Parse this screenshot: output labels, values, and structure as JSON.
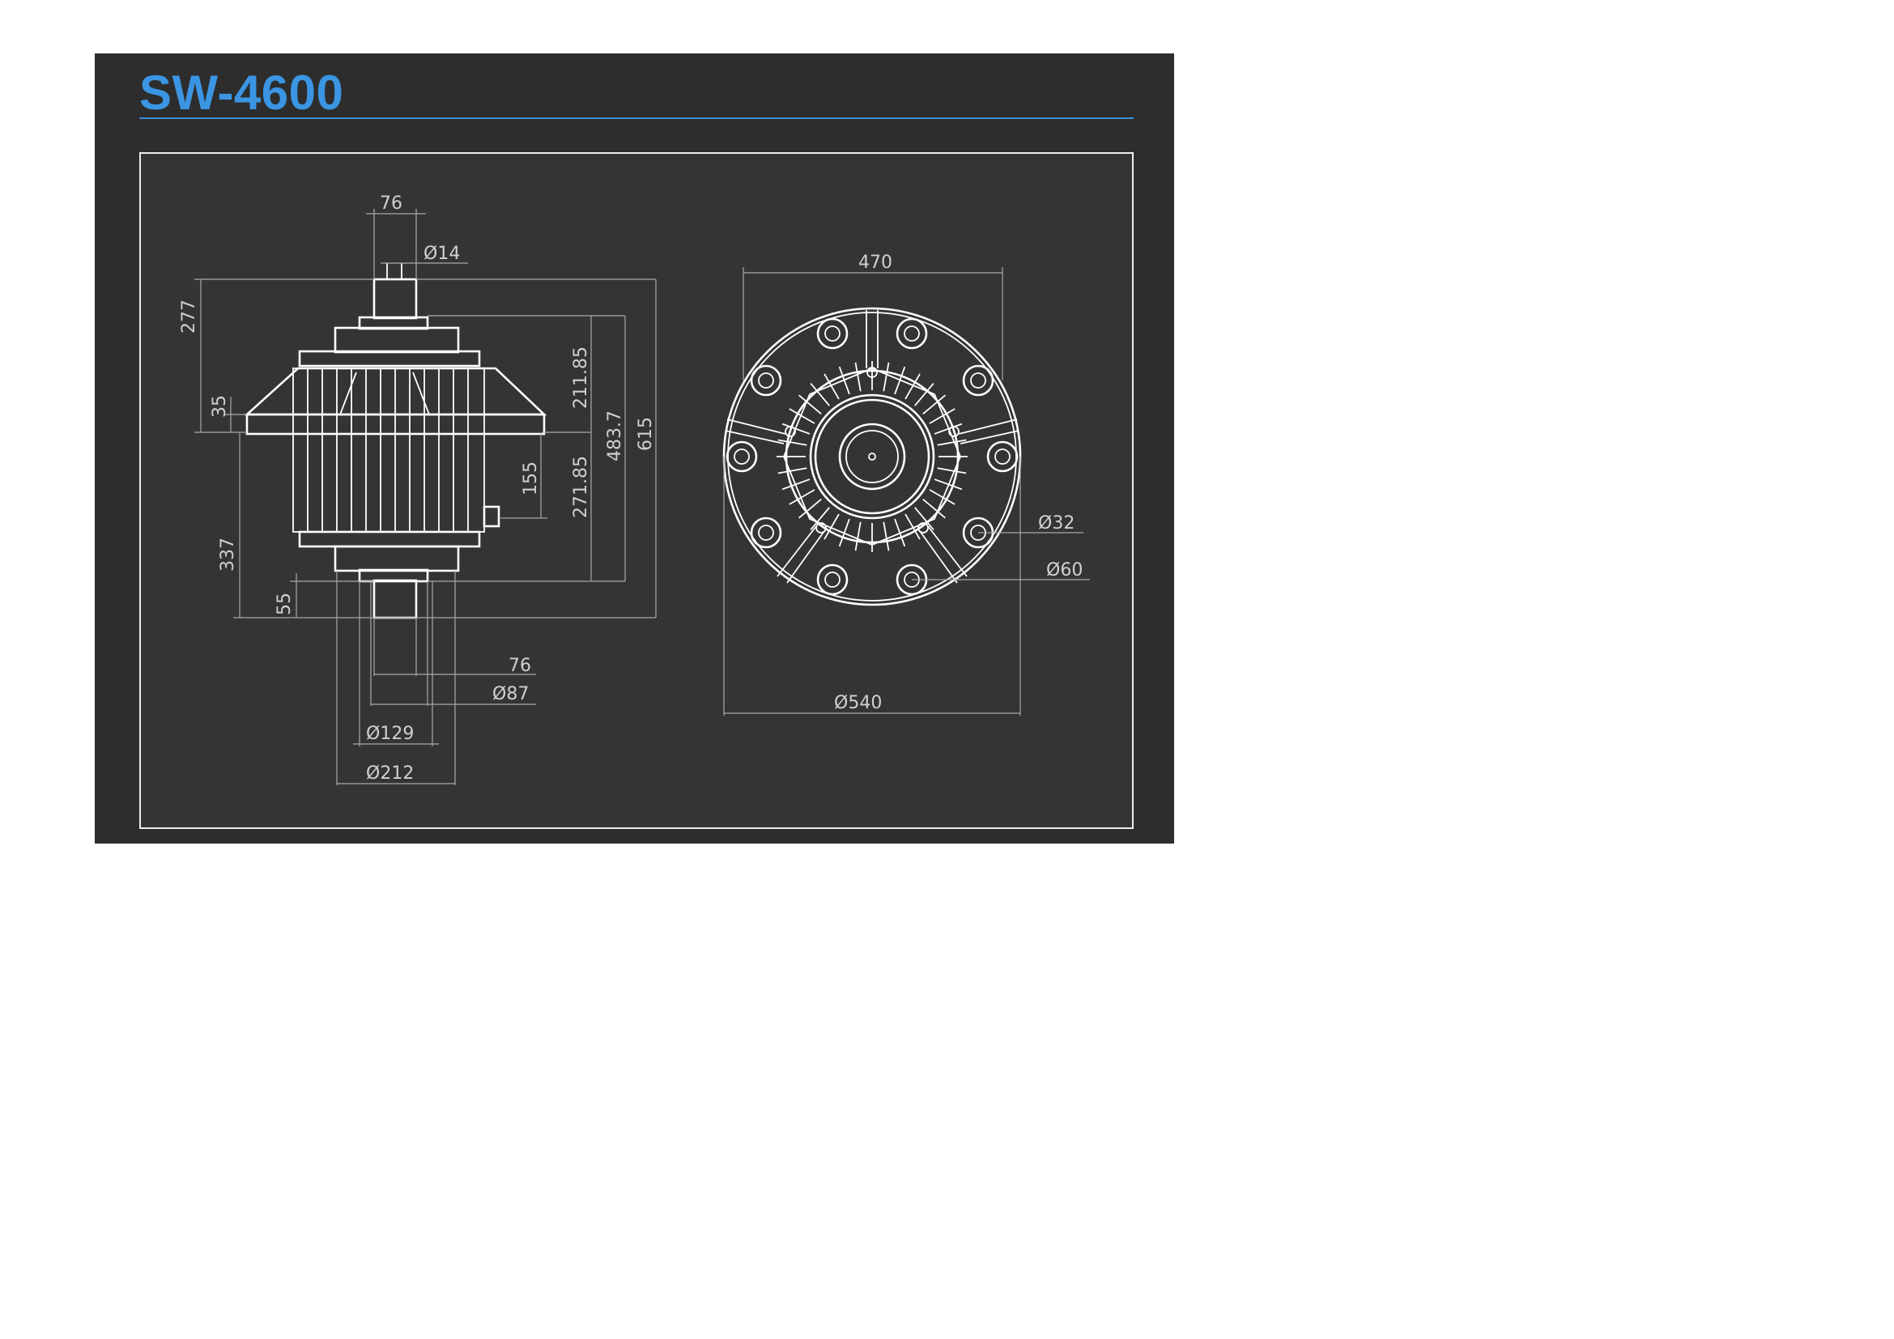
{
  "title": "SW-4600",
  "side_view": {
    "dims": {
      "top_width": "76",
      "shaft_dia": "14",
      "height_upper": "277",
      "flange": "35",
      "height_lower": "337",
      "lower_shaft": "55",
      "upper_body": "211.85",
      "body_height": "483.7",
      "overall_height": "615",
      "mid": "155",
      "lower_body": "271.85",
      "bottom_width": "76",
      "dia_87": "87",
      "dia_129": "129",
      "dia_212": "212"
    }
  },
  "front_view": {
    "dims": {
      "width": "470",
      "hole_dia": "32",
      "boss_dia": "60",
      "outer_dia": "540"
    }
  }
}
